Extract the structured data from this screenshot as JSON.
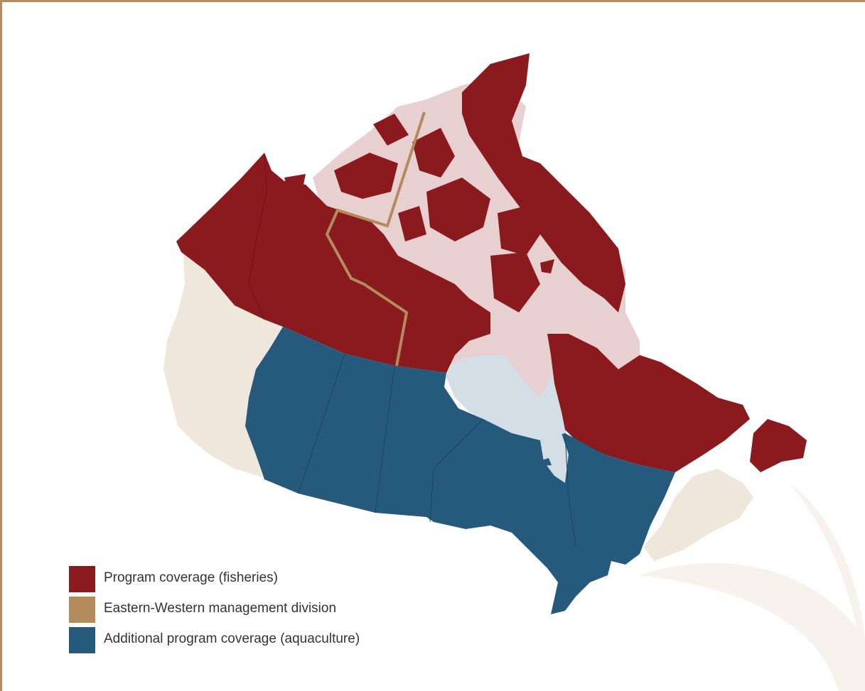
{
  "legend": {
    "items": [
      {
        "label": "Program coverage (fisheries)",
        "color": "#8a1a1d"
      },
      {
        "label": "Eastern-Western management division",
        "color": "#b48b5c"
      },
      {
        "label": "Additional program coverage (aquaculture)",
        "color": "#255a7d"
      }
    ]
  },
  "colors": {
    "frame": "#b48e60",
    "fisheries": "#8a1a1d",
    "marine_fisheries": "#e8cfd0",
    "division_line": "#b48b5c",
    "aquaculture": "#255a7d",
    "hudson_bay": "#d3dee6",
    "other_land": "#efe6dc",
    "decorative_swoosh": "#f7f2eb"
  }
}
